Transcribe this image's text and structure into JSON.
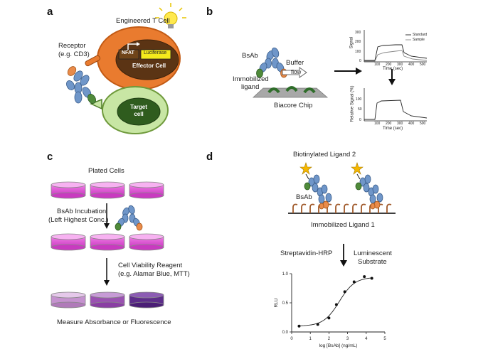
{
  "panels": {
    "a": {
      "letter": "a",
      "t_cell_label": "Engineered T Cell",
      "receptor_label": "Receptor",
      "receptor_example": "(e.g. CD3)",
      "nfat": "NFAT",
      "luciferase": "Luciferase",
      "effector": "Effector Cell",
      "target_line1": "Target",
      "target_line2": "cell"
    },
    "b": {
      "letter": "b",
      "bsab": "BsAb",
      "buffer": "Buffer",
      "flow": "flow",
      "immobilized1": "Immobilized",
      "immobilized2": "ligand",
      "chip": "Biacore Chip",
      "top_plot": {
        "ylabel": "Signal",
        "xlabel": "Time (sec)",
        "legend": [
          "Standard",
          "Sample"
        ],
        "yticks": [
          "300",
          "200",
          "100",
          "0"
        ],
        "xticks": [
          "100",
          "200",
          "300",
          "400",
          "500"
        ]
      },
      "bottom_plot": {
        "ylabel": "Relative Signal (%)",
        "xlabel": "Time (sec)",
        "yticks": [
          "100",
          "50",
          "0"
        ],
        "xticks": [
          "100",
          "200",
          "300",
          "400",
          "500"
        ]
      }
    },
    "c": {
      "letter": "c",
      "plated": "Plated Cells",
      "incubation1": "BsAb Incubation",
      "incubation2": "(Left Highest Conc.)",
      "reagent1": "Cell Viability Reagent",
      "reagent2": "(e.g. Alamar Blue, MTT)",
      "measure": "Measure Absorbance or Fluorescence"
    },
    "d": {
      "letter": "d",
      "ligand2": "Biotinylated Ligand 2",
      "bsab": "BsAb",
      "ligand1": "Immobilized Ligand 1",
      "strep": "Streptavidin-HRP",
      "substrate1": "Luminescent",
      "substrate2": "Substrate"
    }
  },
  "chart_data": {
    "type": "scatter",
    "title": "",
    "xlabel": "log [BsAb] (ng/mL)",
    "ylabel": "RLU",
    "xlim": [
      0,
      5
    ],
    "ylim": [
      0,
      1.0
    ],
    "xticks": [
      0,
      1,
      2,
      3,
      4,
      5
    ],
    "yticks": [
      0.0,
      0.5,
      1.0
    ],
    "ytick_labels": [
      "0.0",
      "0.5",
      "1.0"
    ],
    "points": [
      {
        "x": 0.4,
        "y": 0.1
      },
      {
        "x": 1.4,
        "y": 0.13
      },
      {
        "x": 2.0,
        "y": 0.24
      },
      {
        "x": 2.4,
        "y": 0.47
      },
      {
        "x": 2.85,
        "y": 0.69
      },
      {
        "x": 3.35,
        "y": 0.86
      },
      {
        "x": 3.9,
        "y": 0.95
      },
      {
        "x": 4.3,
        "y": 0.92
      }
    ],
    "fit": "sigmoidal"
  }
}
